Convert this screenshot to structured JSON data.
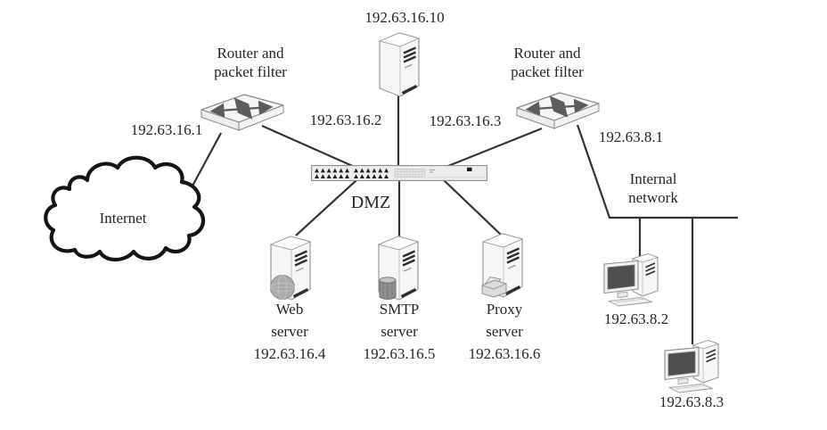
{
  "diagram": {
    "background": "#ffffff"
  },
  "colors": {
    "line": "#333333",
    "text": "#262626",
    "device_fill": "#f5f5f5",
    "device_stroke": "#999999",
    "port_dark": "#1f1f1f"
  },
  "nodes": {
    "internet": {
      "label": "Internet"
    },
    "left_router": {
      "title_line1": "Router and",
      "title_line2": "packet filter",
      "external_ip": "192.63.16.1",
      "dmz_ip": "192.63.16.2"
    },
    "right_router": {
      "title_line1": "Router and",
      "title_line2": "packet filter",
      "dmz_ip": "192.63.16.3",
      "internal_ip": "192.63.8.1"
    },
    "standalone_server": {
      "ip": "192.63.16.10"
    },
    "dmz": {
      "label": "DMZ"
    },
    "web_server": {
      "name_line1": "Web",
      "name_line2": "server",
      "ip": "192.63.16.4"
    },
    "smtp_server": {
      "name_line1": "SMTP",
      "name_line2": "server",
      "ip": "192.63.16.5"
    },
    "proxy_server": {
      "name_line1": "Proxy",
      "name_line2": "server",
      "ip": "192.63.16.6"
    },
    "internal_network": {
      "label_line1": "Internal",
      "label_line2": "network"
    },
    "workstation_a": {
      "ip": "192.63.8.2"
    },
    "workstation_b": {
      "ip": "192.63.8.3"
    }
  }
}
